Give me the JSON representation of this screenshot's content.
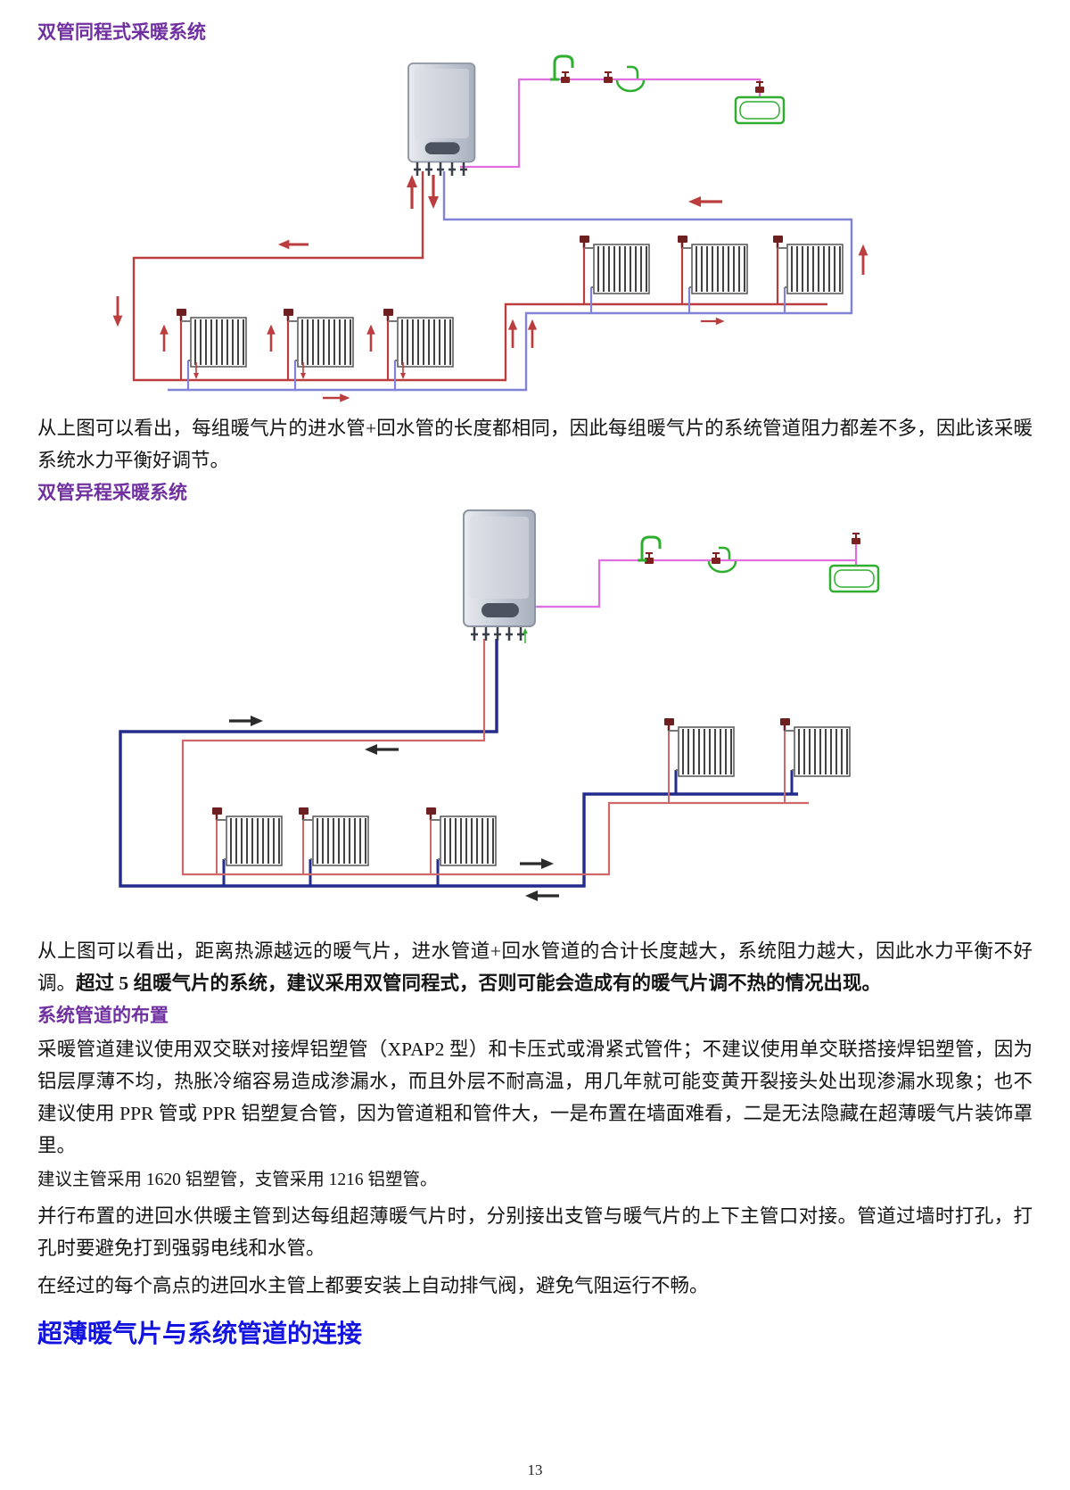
{
  "section1": {
    "heading": "双管同程式采暖系统",
    "caption": "从上图可以看出，每组暖气片的进水管+回水管的长度都相同，因此每组暖气片的系统管道阻力都差不多，因此该采暖系统水力平衡好调节。"
  },
  "section2": {
    "heading": "双管异程采暖系统",
    "caption_normal": "从上图可以看出，距离热源越远的暖气片，进水管道+回水管道的合计长度越大，系统阻力越大，因此水力平衡不好调。",
    "caption_bold": "超过 5 组暖气片的系统，建议采用双管同程式，否则可能会造成有的暖气片调不热的情况出现。"
  },
  "section3": {
    "heading": "系统管道的布置",
    "para1": "采暖管道建议使用双交联对接焊铝塑管（XPAP2 型）和卡压式或滑紧式管件；不建议使用单交联搭接焊铝塑管，因为铝层厚薄不均，热胀冷缩容易造成渗漏水，而且外层不耐高温，用几年就可能变黄开裂接头处出现渗漏水现象；也不建议使用 PPR 管或 PPR 铝塑复合管，因为管道粗和管件大，一是布置在墙面难看，二是无法隐藏在超薄暖气片装饰罩里。",
    "para2": "建议主管采用 1620 铝塑管，支管采用 1216 铝塑管。",
    "para3": "并行布置的进回水供暖主管到达每组超薄暖气片时，分别接出支管与暖气片的上下主管口对接。管道过墙时打孔，打孔时要避免打到强弱电线和水管。",
    "para4": "在经过的每个高点的进回水主管上都要安装上自动排气阀，避免气阻运行不畅。"
  },
  "section4": {
    "heading": "超薄暖气片与系统管道的连接"
  },
  "page": {
    "number": "13"
  },
  "icons": [
    "boiler-icon",
    "radiator-icon",
    "faucet-icon",
    "washbasin-icon",
    "bathtub-icon",
    "valve-icon",
    "flow-arrow-icon"
  ],
  "colors": {
    "heading_purple": "#7030a0",
    "heading_blue": "#1414e0",
    "supply_red": "#bc3d3d",
    "return_blue_light": "#8282d8",
    "return_navy": "#232b8c",
    "supply_red_light": "#cf6868",
    "dhw_pink": "#e06ee0",
    "fixture_green": "#2fae2f"
  }
}
